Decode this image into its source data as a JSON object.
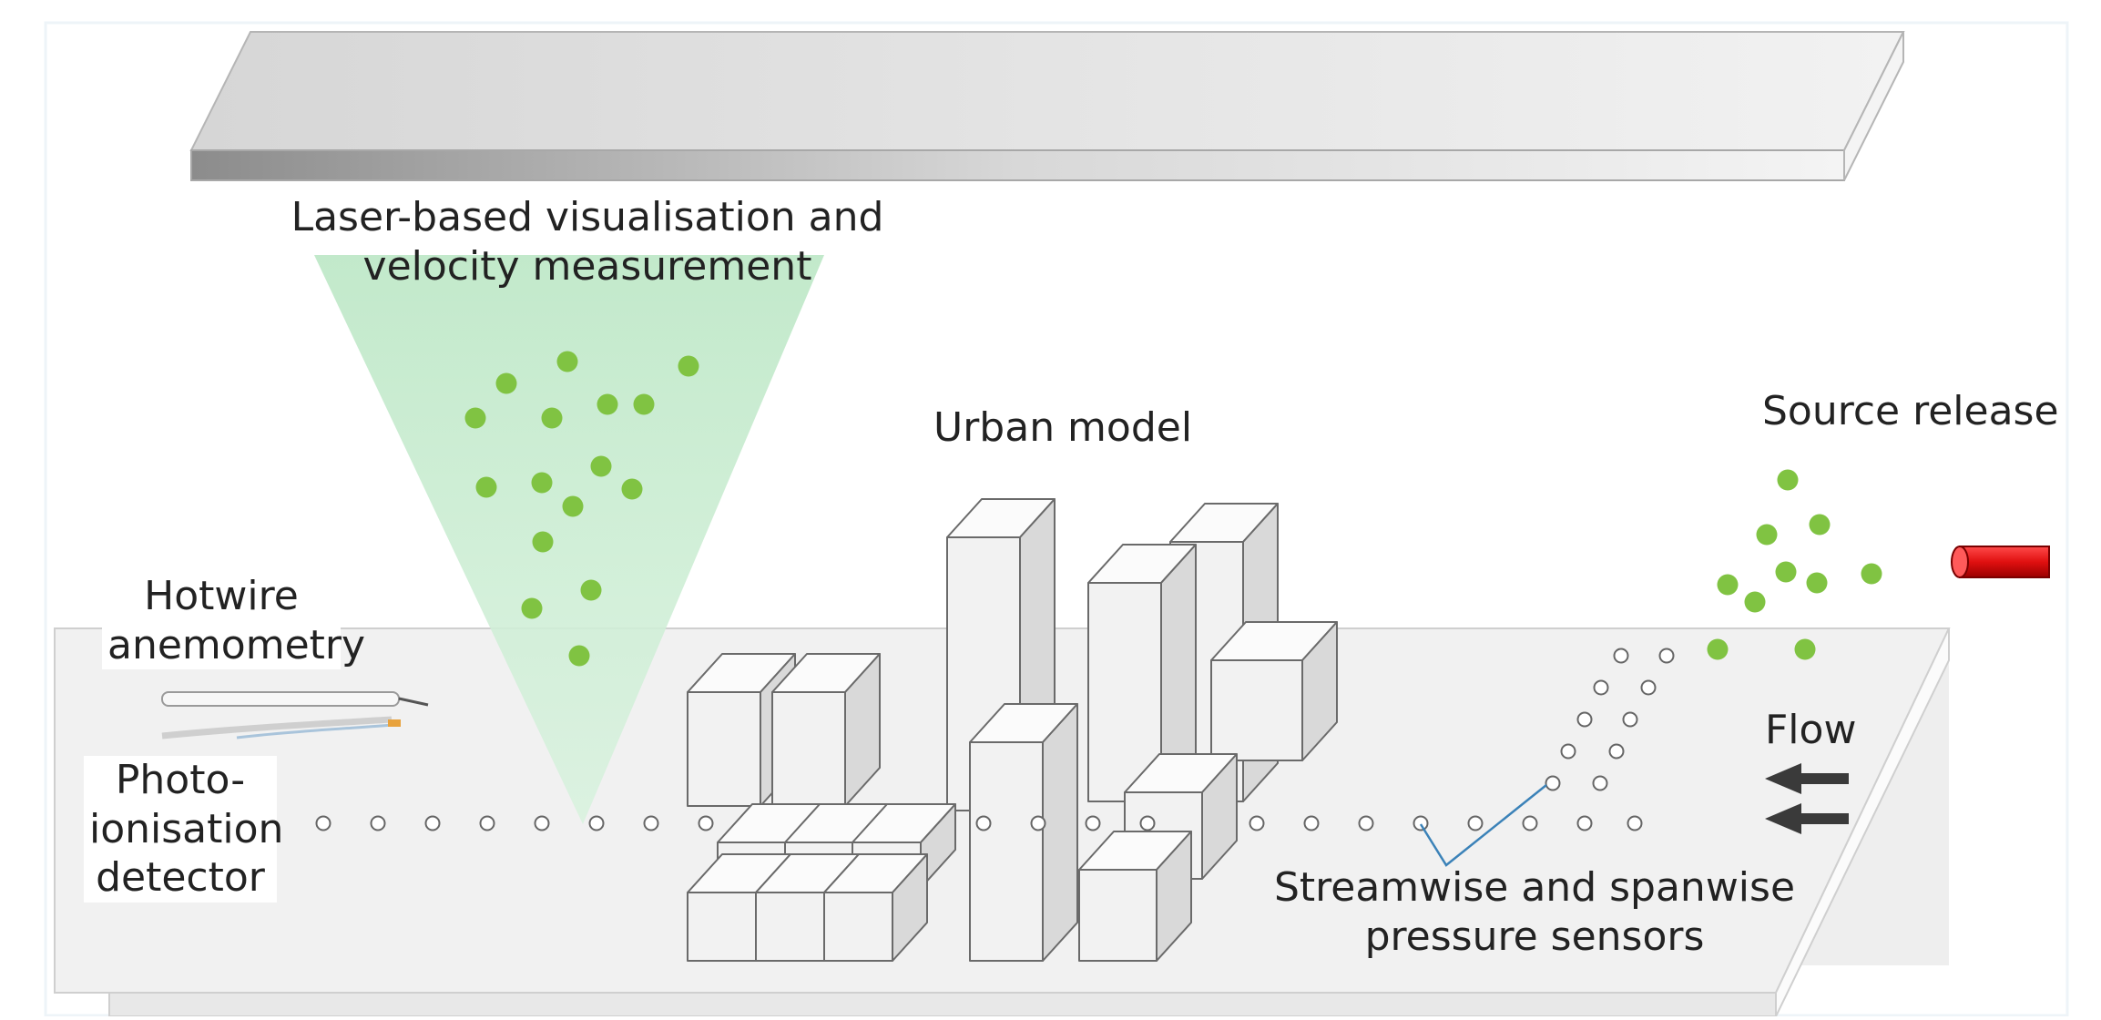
{
  "labels": {
    "laser": [
      "Laser-based visualisation and",
      "velocity measurement"
    ],
    "urban_model": "Urban model",
    "source_release": "Source release",
    "hotwire": [
      "Hotwire",
      "anemometry"
    ],
    "pid": [
      "Photo-",
      "ionisation",
      "detector"
    ],
    "flow": "Flow",
    "pressure": [
      "Streamwise and spanwise",
      "pressure sensors"
    ]
  },
  "colors": {
    "particle": "#80c342",
    "laser_sheet": "#c8ebd0",
    "source_pipe": "#e01010",
    "arrow": "#3a3a3a",
    "sensor_leader": "#3b82b8",
    "floor": "#f0f0f0",
    "building": "#f2f2f2",
    "ceiling": "#dcdcdc"
  }
}
